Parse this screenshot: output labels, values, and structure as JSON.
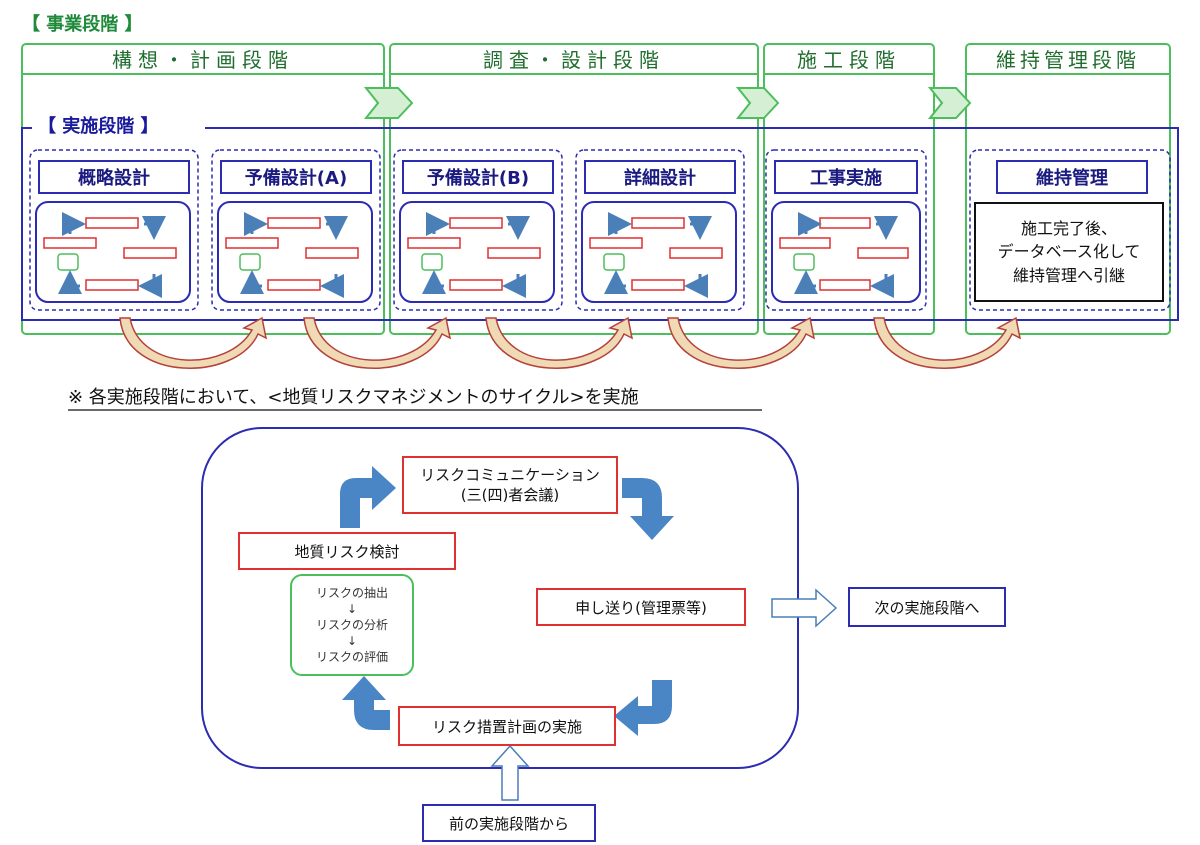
{
  "business_stage_label": "【 事業段階 】",
  "implementation_stage_label": "【 実施段階 】",
  "phases": [
    "構想・計画段階",
    "調査・設計段階",
    "施工段階",
    "維持管理段階"
  ],
  "sub_stages": [
    "概略設計",
    "予備設計(A)",
    "予備設計(B)",
    "詳細設計",
    "工事実施",
    "維持管理"
  ],
  "maintenance_note": [
    "施工完了後、",
    "データベース化して",
    "維持管理へ引継"
  ],
  "cycle_note": "※ 各実施段階において、<地質リスクマネジメントのサイクル>を実施",
  "cycle": {
    "communication": [
      "リスクコミュニケーション",
      "(三(四)者会議)"
    ],
    "review": "地質リスク検討",
    "review_steps": [
      "リスクの抽出",
      "↓",
      "リスクの分析",
      "↓",
      "リスクの評価"
    ],
    "handover": "申し送り(管理票等)",
    "measures": "リスク措置計画の実施",
    "next": "次の実施段階へ",
    "previous": "前の実施段階から"
  }
}
